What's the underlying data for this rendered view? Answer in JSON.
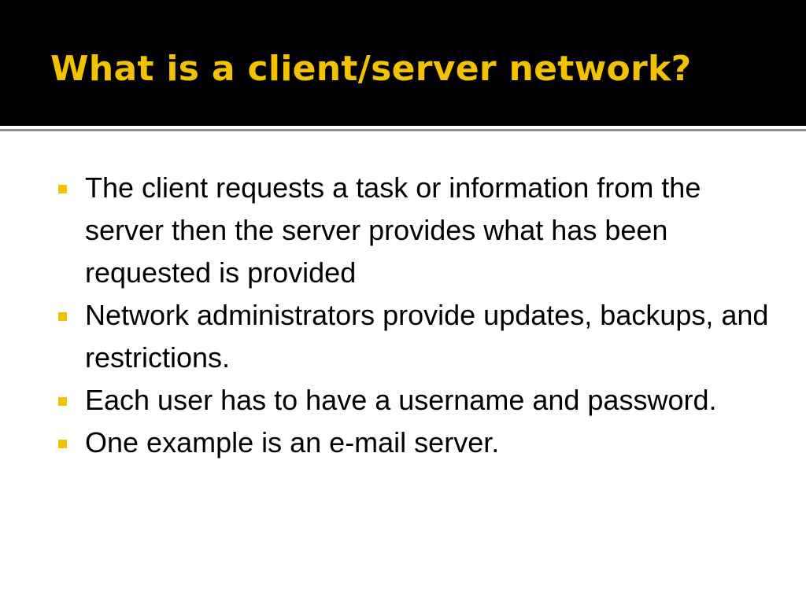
{
  "slide": {
    "title": "What is a client/server network?",
    "accent_color": "#f2c200",
    "title_bar_color": "#000000",
    "bullets": [
      {
        "text": "The client requests a task or information from the server then the server provides what has been requested is provided"
      },
      {
        "text": "Network administrators provide updates, backups, and restrictions."
      },
      {
        "text": "Each user has to have a username and password."
      },
      {
        "text": "One example is an e-mail server."
      }
    ]
  }
}
